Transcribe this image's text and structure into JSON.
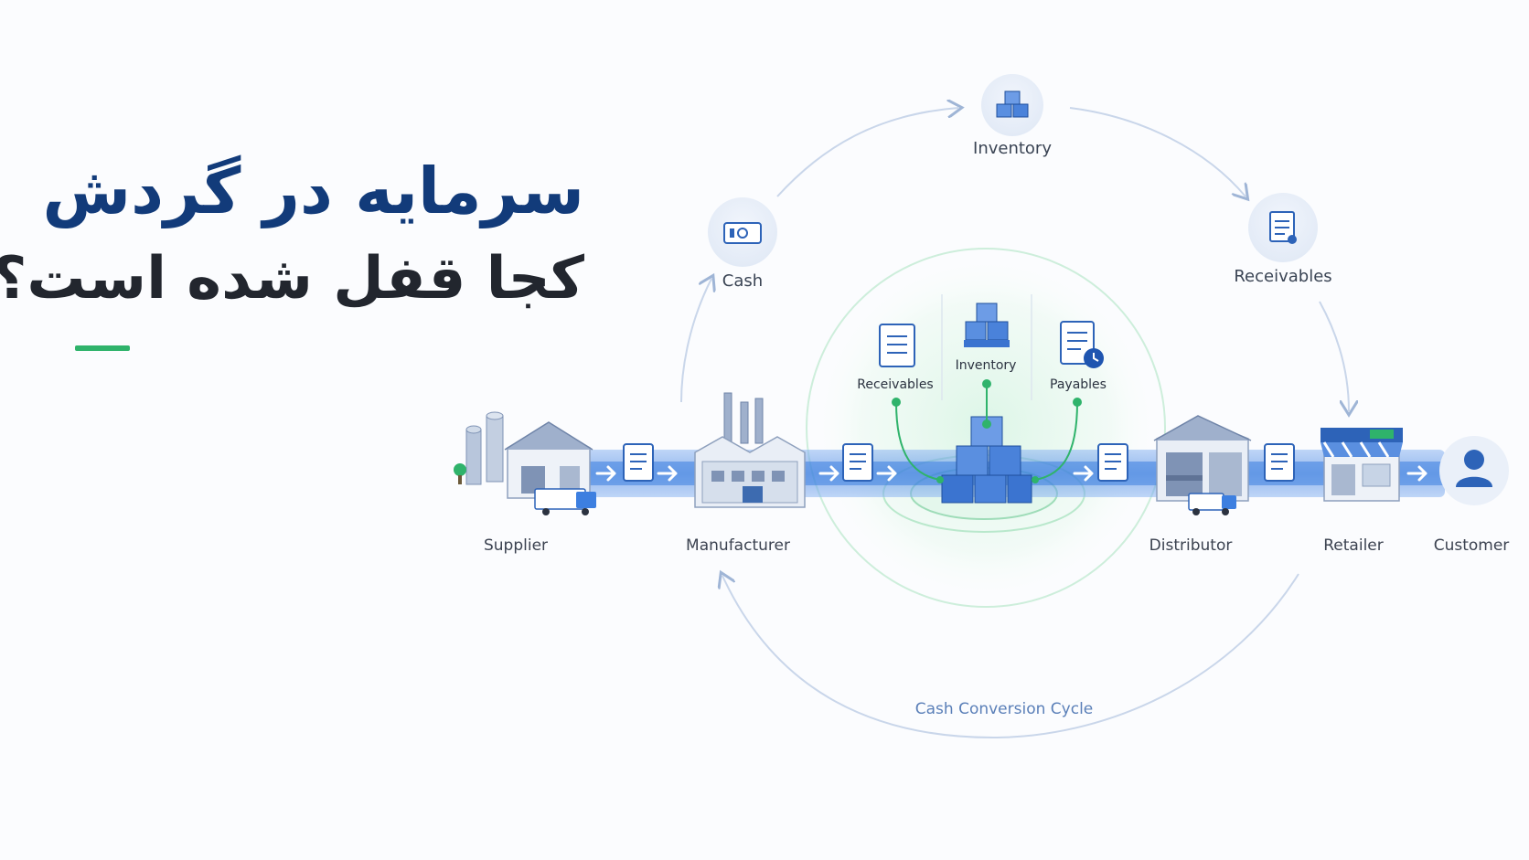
{
  "heading": {
    "line1": "سرمایه در گردش",
    "line2": "کجا قفل شده است؟"
  },
  "colors": {
    "heading_primary": "#123b7a",
    "heading_secondary": "#22262e",
    "accent_green": "#2fb36b",
    "flow_blue": "#3d7fe0",
    "ring_line": "#c9d6ea",
    "cycle_label": "#5a7fb8"
  },
  "outer_cycle": {
    "label": "Cash Conversion Cycle",
    "nodes": [
      {
        "label": "Cash",
        "icon": "cash-icon"
      },
      {
        "label": "Inventory",
        "icon": "boxes-icon"
      },
      {
        "label": "Receivables",
        "icon": "document-icon"
      }
    ]
  },
  "inner_hub": {
    "items": [
      {
        "label": "Receivables",
        "icon": "invoice-icon"
      },
      {
        "label": "Inventory",
        "icon": "boxes-icon"
      },
      {
        "label": "Payables",
        "icon": "bill-clock-icon"
      }
    ],
    "center_icon": "inventory-stack-icon"
  },
  "supply_chain": [
    {
      "label": "Supplier",
      "icon": "warehouse-silo-icon"
    },
    {
      "label": "Manufacturer",
      "icon": "factory-icon"
    },
    {
      "label": "Distributor",
      "icon": "distribution-center-icon"
    },
    {
      "label": "Retailer",
      "icon": "store-icon"
    },
    {
      "label": "Customer",
      "icon": "user-icon"
    }
  ]
}
